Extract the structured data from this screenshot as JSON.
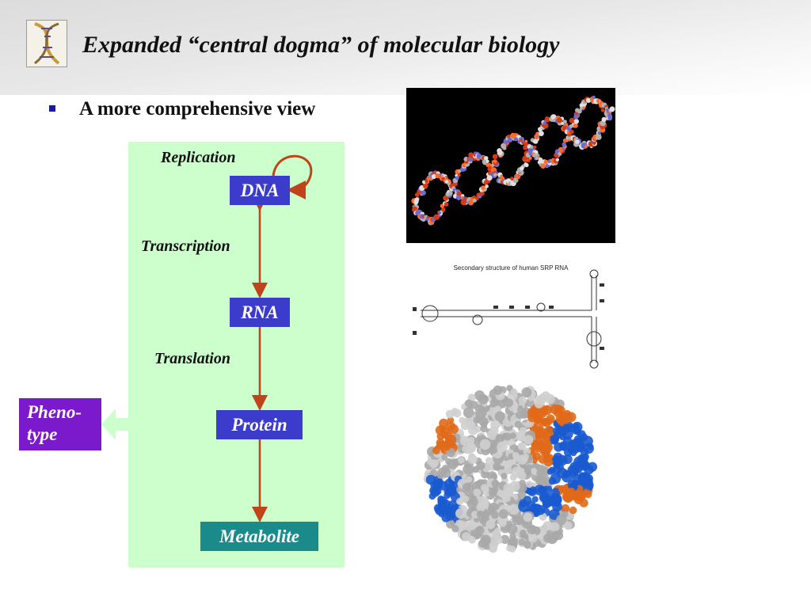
{
  "header": {
    "title": "Expanded “central dogma” of molecular biology",
    "logo_icon": "dna-helix-icon"
  },
  "bullet": {
    "text": "A more comprehensive view"
  },
  "diagram": {
    "nodes": {
      "dna": "DNA",
      "rna": "RNA",
      "protein": "Protein",
      "metabolite": "Metabolite",
      "phenotype": "Pheno-\ntype"
    },
    "processes": {
      "replication": "Replication",
      "transcription": "Transcription",
      "translation": "Translation"
    },
    "colors": {
      "panel": "#ccffcc",
      "node_blue": "#3b3bcc",
      "node_teal": "#1a8a8a",
      "node_purple": "#7a1acc",
      "arrow": "#c0441a"
    }
  },
  "images": {
    "rna_caption": "Secondary structure of human SRP RNA"
  }
}
